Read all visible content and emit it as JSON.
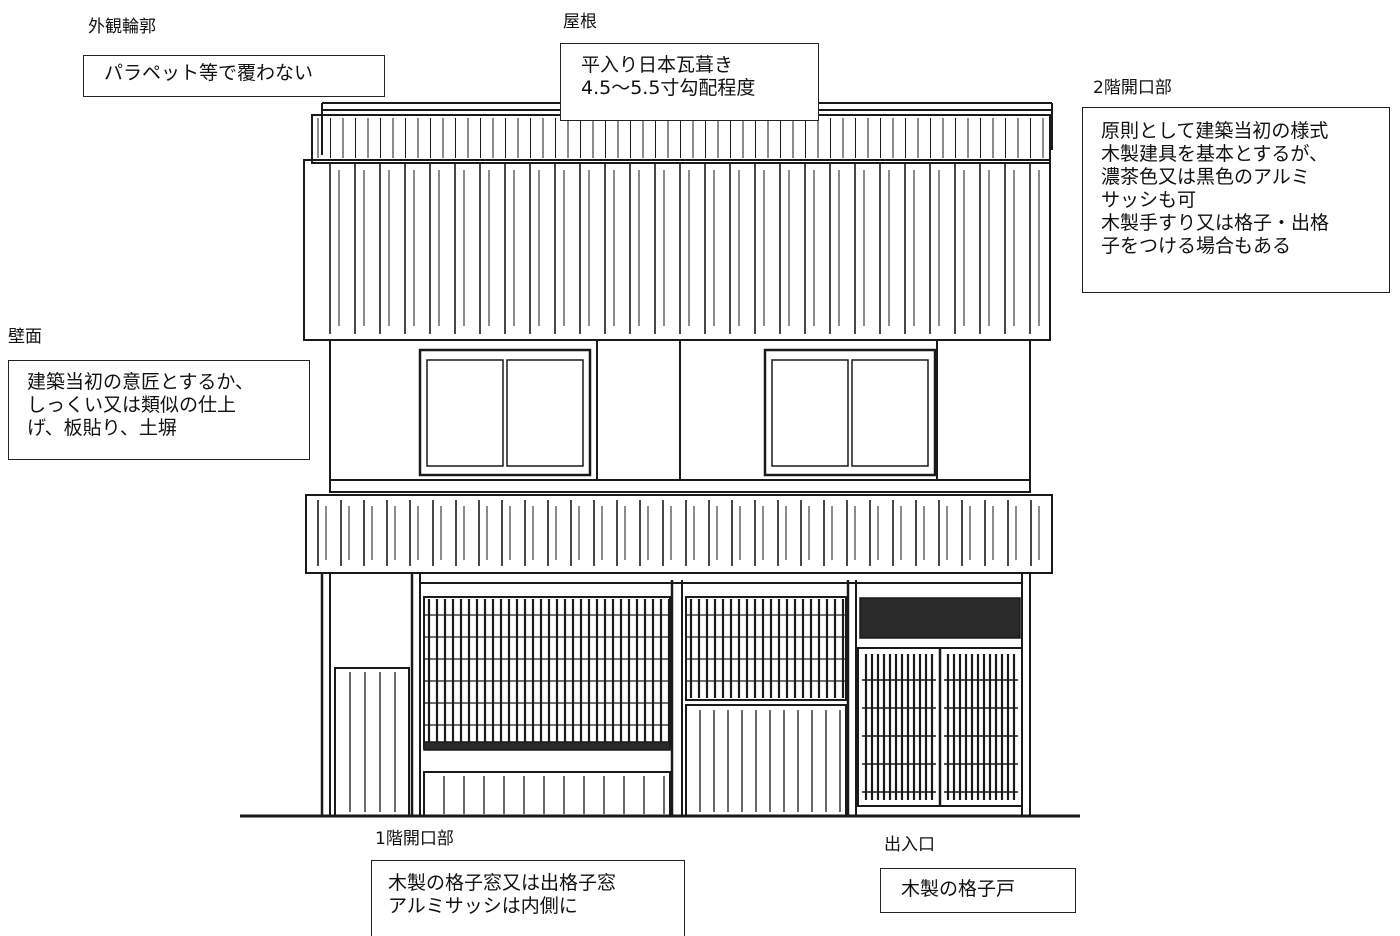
{
  "annotations": {
    "outline": {
      "heading": "外観輪郭",
      "lines": [
        "パラペット等で覆わない"
      ]
    },
    "roof": {
      "heading": "屋根",
      "lines": [
        "平入り日本瓦葺き",
        "4.5～5.5寸勾配程度"
      ]
    },
    "upper_openings": {
      "heading": "2階開口部",
      "lines": [
        "原則として建築当初の様式",
        "木製建具を基本とするが、",
        "濃茶色又は黒色のアルミ",
        "サッシも可",
        "木製手すり又は格子・出格",
        "子をつける場合もある"
      ]
    },
    "walls": {
      "heading": "壁面",
      "lines": [
        "建築当初の意匠とするか、",
        "しっくい又は類似の仕上",
        "げ、板貼り、土塀"
      ]
    },
    "ground_openings": {
      "heading": "1階開口部",
      "lines": [
        "木製の格子窓又は出格子窓",
        "アルミサッシは内側に"
      ]
    },
    "entrance": {
      "heading": "出入口",
      "lines": [
        "木製の格子戸"
      ]
    }
  },
  "colors": {
    "line": "#1a1a1a",
    "fill_dark": "#2a2a2a",
    "background": "#ffffff"
  }
}
